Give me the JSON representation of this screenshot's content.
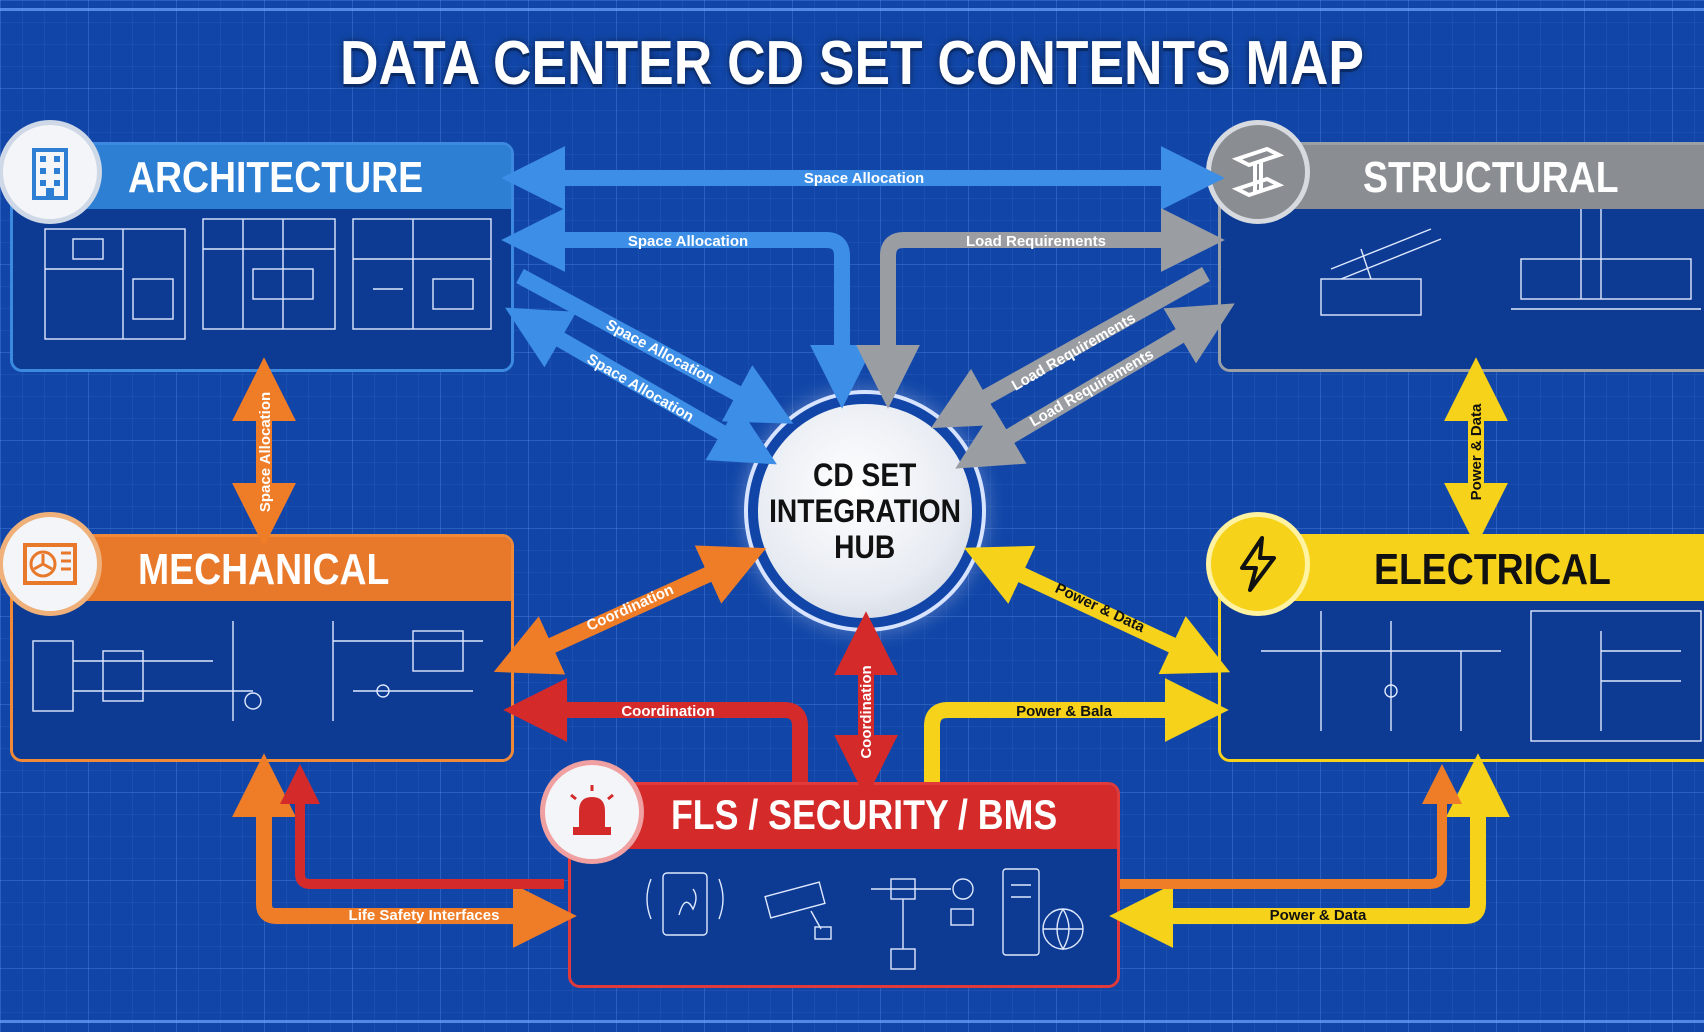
{
  "title": "DATA CENTER CD SET CONTENTS MAP",
  "hub": {
    "line1": "CD SET",
    "line2": "INTEGRATION",
    "line3": "HUB"
  },
  "panels": {
    "architecture": {
      "label": "ARCHITECTURE",
      "icon": "building-icon",
      "color": "#2d7fd4"
    },
    "structural": {
      "label": "STRUCTURAL",
      "icon": "steel-beam-icon",
      "color": "#8a8d91"
    },
    "mechanical": {
      "label": "MECHANICAL",
      "icon": "fan-unit-icon",
      "color": "#e8782a"
    },
    "electrical": {
      "label": "ELECTRICAL",
      "icon": "lightning-icon",
      "color": "#f6d21a"
    },
    "fls": {
      "label": "FLS / SECURITY / BMS",
      "icon": "alarm-beacon-icon",
      "color": "#d42a2a"
    }
  },
  "links": {
    "arch_struct_top": "Space Allocation",
    "arch_hub_1": "Space Allocation",
    "arch_hub_2": "Space Allocation",
    "arch_hub_3": "Space Allocation",
    "struct_hub_1": "Load Requirements",
    "struct_hub_2": "Load Requirements",
    "struct_hub_3": "Load Requirements",
    "arch_mech": "Space Allocation",
    "struct_elec": "Power & Data",
    "mech_hub": "Coordination",
    "elec_hub": "Power & Data",
    "fls_hub": "Coordination",
    "fls_mech": "Coordination",
    "fls_elec_top": "Power & Bala",
    "fls_mech_bottom": "Life Safety Interfaces",
    "fls_elec_bottom": "Power & Data"
  }
}
